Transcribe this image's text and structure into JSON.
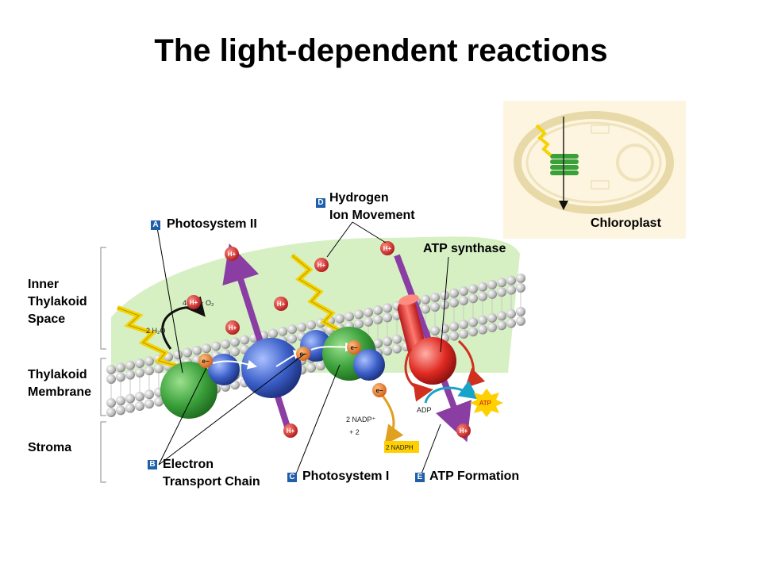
{
  "title": "The light-dependent reactions",
  "regions": {
    "inner_space": [
      "Inner",
      "Thylakoid",
      "Space"
    ],
    "membrane": [
      "Thylakoid",
      "Membrane"
    ],
    "stroma": "Stroma"
  },
  "labels": {
    "a": {
      "letter": "A",
      "text": "Photosystem II"
    },
    "b": {
      "letter": "B",
      "line1": "Electron",
      "line2": "Transport Chain"
    },
    "c": {
      "letter": "C",
      "text": "Photosystem I"
    },
    "d": {
      "letter": "D",
      "line1": "Hydrogen",
      "line2": "Ion Movement"
    },
    "e": {
      "letter": "E",
      "text": "ATP Formation"
    },
    "atp_synthase": "ATP synthase",
    "chloroplast": "Chloroplast"
  },
  "molecules": {
    "h_ion": "H+",
    "electron": "e−",
    "water": "2 H₂O",
    "oxygen_reaction": "4 H⁺ + O₂",
    "nadp_line1": "2  NADP⁺",
    "nadp_line2": "+ 2",
    "nadph": "2 NADPH",
    "adp": "ADP",
    "atp": "ATP"
  },
  "colors": {
    "photosystem": "#3aa03a",
    "carrier": "#3b5fc8",
    "h_ion": "#d42a2a",
    "proton_arrow": "#8a3ea3",
    "lumen": "#d6f0c4",
    "light": "#f5d200",
    "badge": "#1f5fa8"
  }
}
